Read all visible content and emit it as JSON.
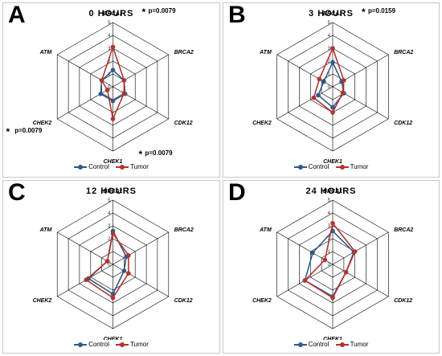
{
  "axes": [
    "BRCA1",
    "BRCA2",
    "CDK12",
    "CHEK1",
    "CHEK2",
    "ATM"
  ],
  "ticks": [
    "0",
    "1",
    "2",
    "3",
    "4",
    "5"
  ],
  "colors": {
    "control": "#2e5b8c",
    "tumor": "#b5332e",
    "grid": "#000000"
  },
  "legend": {
    "control": "Control",
    "tumor": "Tumor"
  },
  "chart_data": [
    {
      "type": "radar",
      "panel_label": "A",
      "title": "0 HOURS",
      "axes": [
        "BRCA1",
        "BRCA2",
        "CDK12",
        "CHEK1",
        "CHEK2",
        "ATM"
      ],
      "rlim": [
        0,
        5
      ],
      "series": [
        {
          "name": "Control",
          "values": [
            1.3,
            1.0,
            1.1,
            1.1,
            1.1,
            1.0
          ]
        },
        {
          "name": "Tumor",
          "values": [
            3.1,
            1.0,
            1.0,
            2.5,
            0.5,
            1.0
          ]
        }
      ],
      "significance": [
        {
          "axis": "BRCA1",
          "text": "p=0.0079"
        },
        {
          "axis": "CHEK2",
          "text": "p=0.0079"
        },
        {
          "axis": "CHEK1",
          "text": "p=0.0079"
        }
      ]
    },
    {
      "type": "radar",
      "panel_label": "B",
      "title": "3 HOURS",
      "axes": [
        "BRCA1",
        "BRCA2",
        "CDK12",
        "CHEK1",
        "CHEK2",
        "ATM"
      ],
      "rlim": [
        0,
        5
      ],
      "series": [
        {
          "name": "Control",
          "values": [
            1.9,
            0.8,
            1.0,
            1.6,
            1.3,
            0.8
          ]
        },
        {
          "name": "Tumor",
          "values": [
            3.0,
            1.0,
            0.9,
            2.0,
            1.7,
            1.2
          ]
        }
      ],
      "significance": [
        {
          "axis": "BRCA1",
          "text": "p=0.0159"
        }
      ]
    },
    {
      "type": "radar",
      "panel_label": "C",
      "title": "12 HOURS",
      "axes": [
        "BRCA1",
        "BRCA2",
        "CDK12",
        "CHEK1",
        "CHEK2",
        "ATM"
      ],
      "rlim": [
        0,
        5
      ],
      "series": [
        {
          "name": "Control",
          "values": [
            2.6,
            1.2,
            1.0,
            2.3,
            2.2,
            0.5
          ]
        },
        {
          "name": "Tumor",
          "values": [
            2.4,
            1.4,
            1.4,
            2.6,
            2.4,
            0.5
          ]
        }
      ],
      "significance": []
    },
    {
      "type": "radar",
      "panel_label": "D",
      "title": "24 HOURS",
      "axes": [
        "BRCA1",
        "BRCA2",
        "CDK12",
        "CHEK1",
        "CHEK2",
        "ATM"
      ],
      "rlim": [
        0,
        5
      ],
      "series": [
        {
          "name": "Control",
          "values": [
            2.6,
            1.9,
            1.2,
            2.5,
            2.5,
            1.8
          ]
        },
        {
          "name": "Tumor",
          "values": [
            3.2,
            2.0,
            1.2,
            2.6,
            2.5,
            0.7
          ]
        }
      ],
      "significance": []
    }
  ]
}
